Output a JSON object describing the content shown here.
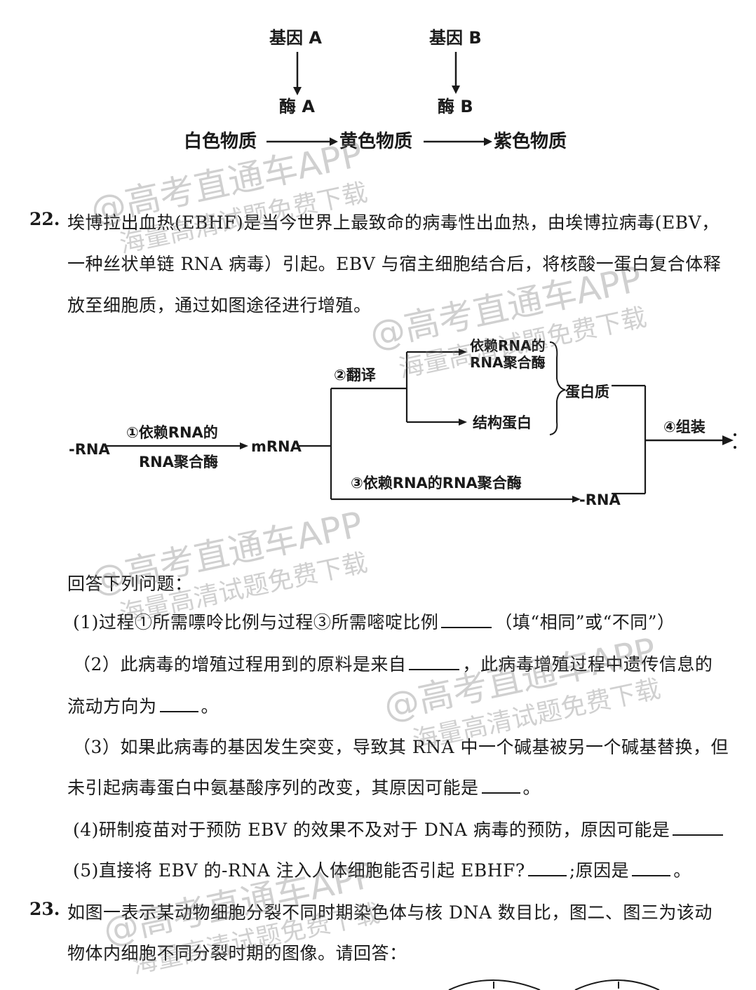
{
  "diagram_genes": {
    "gene_a": "基因 A",
    "gene_b": "基因 B",
    "enzyme_a": "酶 A",
    "enzyme_b": "酶 B",
    "white": "白色物质",
    "yellow": "黄色物质",
    "purple": "紫色物质"
  },
  "q22": {
    "number": "22.",
    "line1": "埃博拉出血热(EBHF)是当今世界上最致命的病毒性出血热，由埃博拉病毒(EBV，",
    "line2": "一种丝状单链 RNA 病毒）引起。EBV 与宿主细胞结合后，将核酸一蛋白复合体释",
    "line3": "放至细胞质，通过如图途径进行增殖。",
    "intro": "回答下列问题：",
    "p1_a": "(1)过程①所需嘌呤比例与过程③所需嘧啶比例",
    "p1_b": "（填“相同”或“不同”）",
    "p2_a": "（2）此病毒的增殖过程用到的原料是来自",
    "p2_b": "，此病毒增殖过程中遗传信息的",
    "p2_c": "流动方向为",
    "p2_d": "。",
    "p3_a": "（3）如果此病毒的基因发生突变，导致其 RNA 中一个碱基被另一个碱基替换，但",
    "p3_b": "未引起病毒蛋白中氨基酸序列的改变，其原因可能是",
    "p3_c": "。",
    "p4": "(4)研制疫苗对于预防 EBV 的效果不及对于 DNA 病毒的预防，原因可能是",
    "p5_a": "(5)直接将 EBV 的-RNA 注入人体细胞能否引起 EBHF?",
    "p5_b": ";原因是",
    "p5_c": "。"
  },
  "diagram_ebv": {
    "neg_rna": "-RNA",
    "step1_a": "①依赖RNA的",
    "step1_b": "RNA聚合酶",
    "mrna": "mRNA",
    "step2": "②翻译",
    "polymerase_a": "依赖RNA的",
    "polymerase_b": "RNA聚合酶",
    "structural": "结构蛋白",
    "protein": "蛋白质",
    "step4": "④组装",
    "step3": "③依赖RNA的RNA聚合酶",
    "neg_rna_out": "-RNA"
  },
  "q23": {
    "number": "23.",
    "line1": "如图一表示某动物细胞分裂不同时期染色体与核 DNA 数目比，图二、图三为该动",
    "line2": "物体内细胞不同分裂时期的图像。请回答："
  },
  "watermark": {
    "main": "@高考直通车APP",
    "sub": "海量高清试题免费下载"
  }
}
